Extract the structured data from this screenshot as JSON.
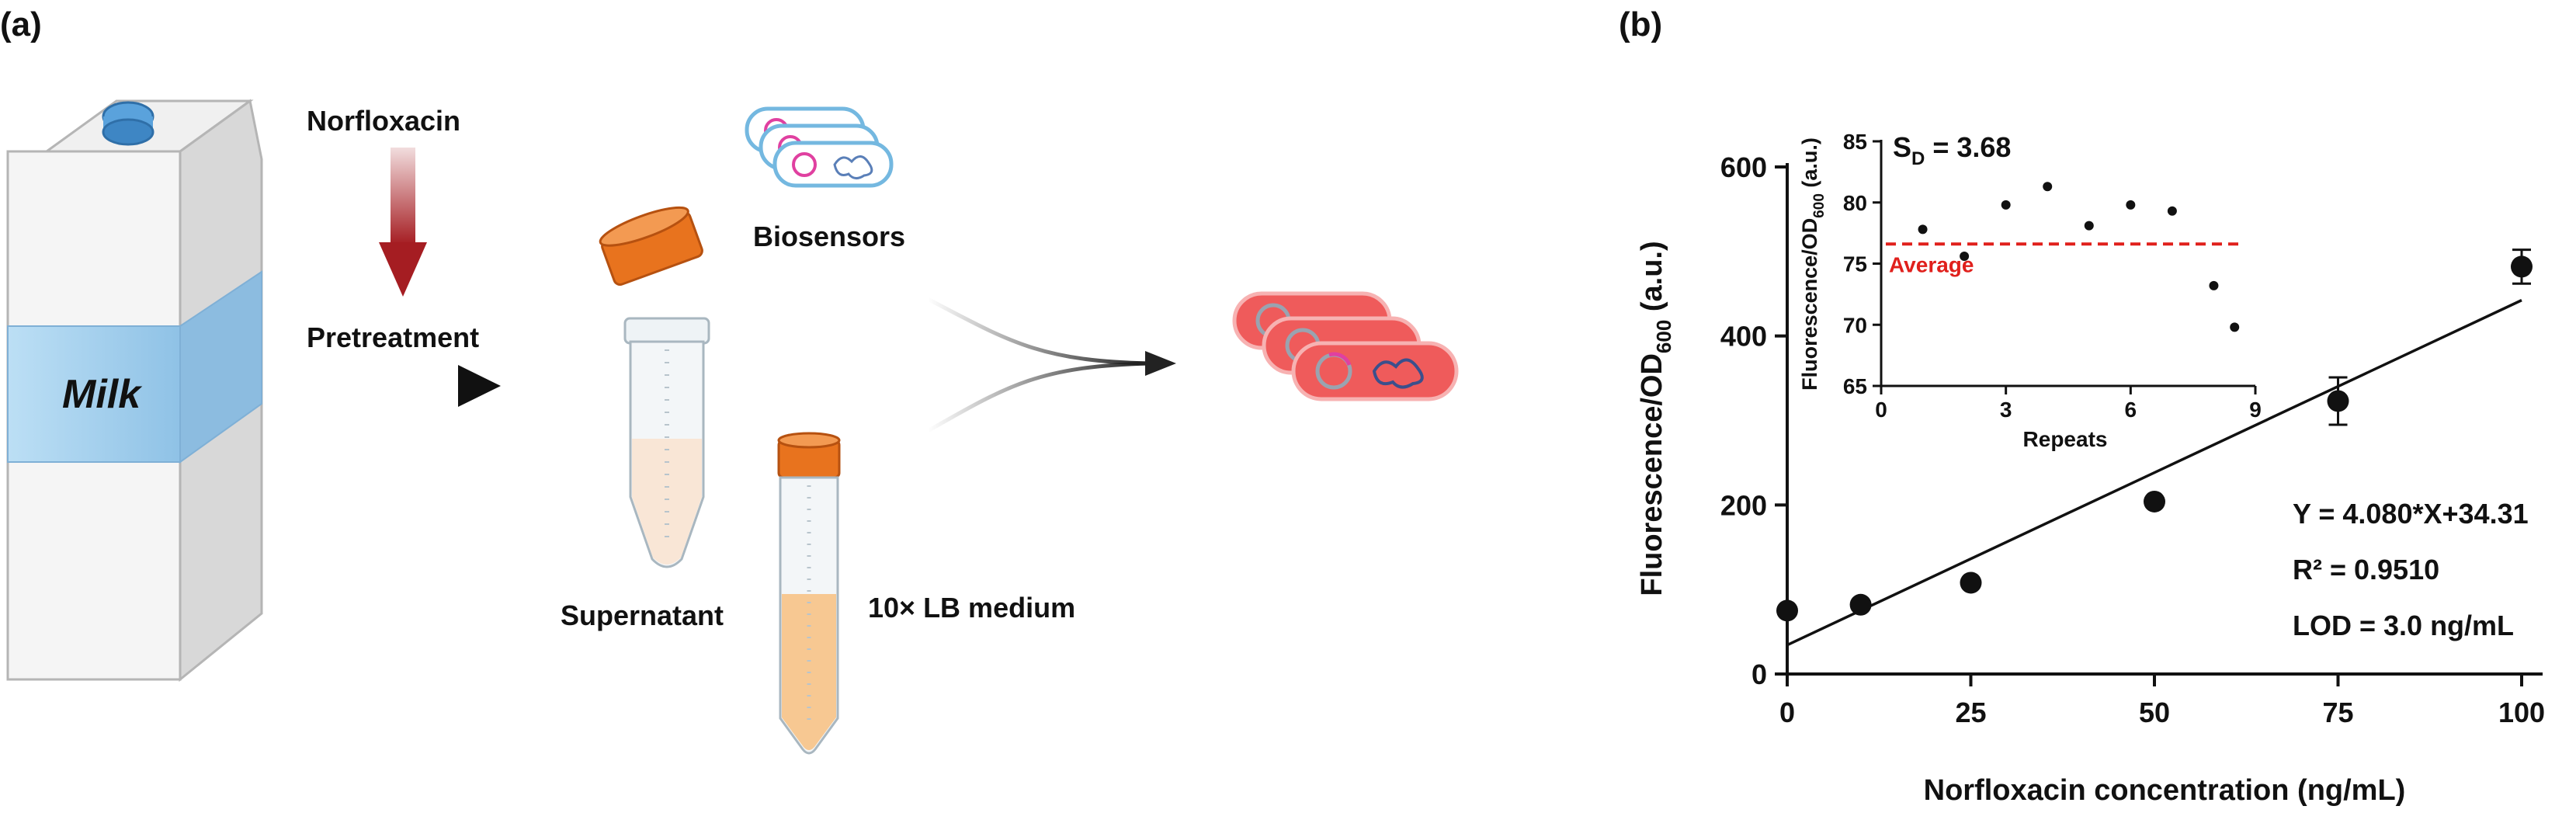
{
  "panel_a": {
    "label": "(a)",
    "carton_label": "Milk",
    "norfloxacin_label": "Norfloxacin",
    "pretreatment_label": "Pretreatment",
    "biosensors_label": "Biosensors",
    "supernatant_label": "Supernatant",
    "medium_label": "10× LB medium",
    "colors": {
      "red_arrow": "#a51d22",
      "tube_cap": "#e8731e",
      "milk_band": "#a8d4f0",
      "biosensor_outline": "#74b8e0",
      "glowing_cell": "#ef5b5b",
      "plasmid_pink": "#e040a0"
    }
  },
  "panel_b": {
    "label": "(b)"
  },
  "chart_data": [
    {
      "type": "scatter",
      "name": "main",
      "xlabel": "Norfloxacin concentration (ng/mL)",
      "ylabel_main": "Fluorescence/OD",
      "ylabel_sub": "600",
      "ylabel_unit": " (a.u.)",
      "xlim": [
        0,
        100
      ],
      "ylim": [
        0,
        600
      ],
      "xticks": [
        0,
        25,
        50,
        75,
        100
      ],
      "yticks": [
        0,
        200,
        400,
        600
      ],
      "points": [
        {
          "x": 0,
          "y": 75,
          "err": 0
        },
        {
          "x": 10,
          "y": 82,
          "err": 0
        },
        {
          "x": 25,
          "y": 108,
          "err": 0
        },
        {
          "x": 50,
          "y": 204,
          "err": 0
        },
        {
          "x": 75,
          "y": 323,
          "err": 28
        },
        {
          "x": 100,
          "y": 482,
          "err": 20
        }
      ],
      "fit": {
        "slope": 4.08,
        "intercept": 34.31,
        "x_range": [
          0,
          100
        ]
      },
      "annotations": [
        "Y = 4.080*X+34.31",
        "R² = 0.9510",
        "LOD = 3.0 ng/mL"
      ],
      "grid": false,
      "colors": {
        "marker": "#111111",
        "line": "#111111"
      }
    },
    {
      "type": "scatter",
      "name": "inset",
      "xlabel": "Repeats",
      "ylabel_main": "Fluorescence/OD",
      "ylabel_sub": "600",
      "ylabel_unit": " (a.u.)",
      "title_main": "S",
      "title_sub": "D",
      "title_rest": " = 3.68",
      "xlim": [
        0,
        9
      ],
      "ylim": [
        65,
        85
      ],
      "xticks": [
        0,
        3,
        6,
        9
      ],
      "yticks": [
        65,
        70,
        75,
        80,
        85
      ],
      "points": [
        {
          "x": 1,
          "y": 77.8
        },
        {
          "x": 2,
          "y": 75.6
        },
        {
          "x": 3,
          "y": 79.8
        },
        {
          "x": 4,
          "y": 81.3
        },
        {
          "x": 5,
          "y": 78.1
        },
        {
          "x": 6,
          "y": 79.8
        },
        {
          "x": 7,
          "y": 79.3
        },
        {
          "x": 8,
          "y": 73.2
        },
        {
          "x": 8.5,
          "y": 69.8
        }
      ],
      "average": {
        "value": 76.6,
        "label": "Average",
        "color": "#e0201c"
      },
      "grid": false
    }
  ]
}
